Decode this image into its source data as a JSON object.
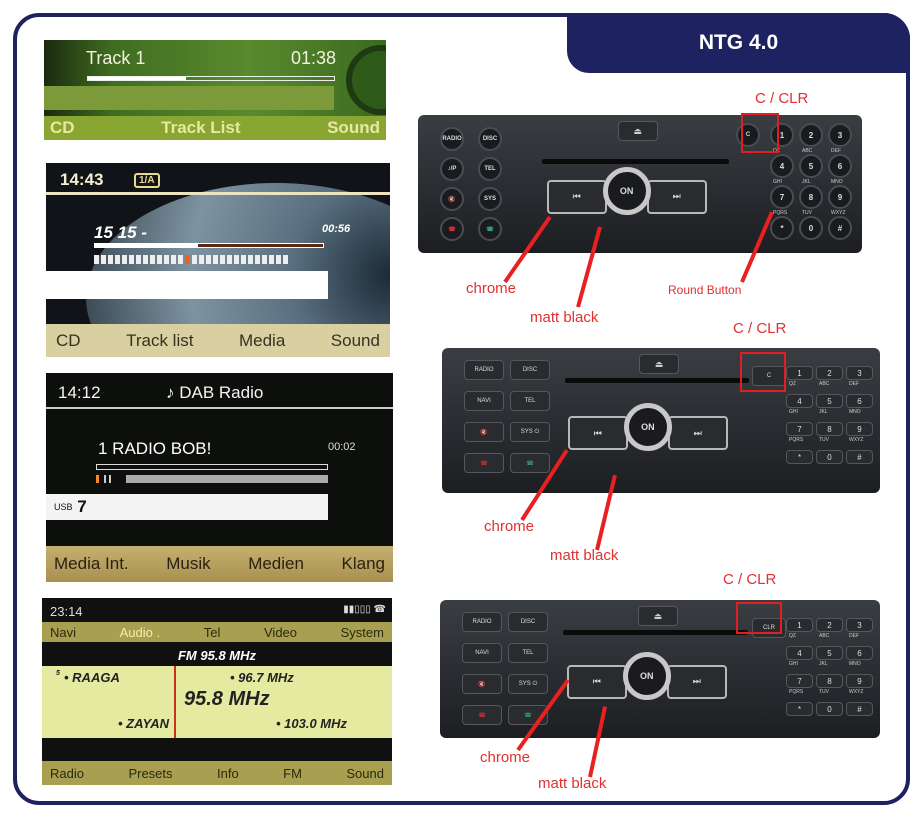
{
  "header": {
    "title": "NTG 4.0"
  },
  "screens": [
    {
      "title": "Track 1",
      "time": "01:38",
      "progress": 0.4,
      "menu": [
        "CD",
        "Track List",
        "Sound"
      ]
    },
    {
      "clock": "14:43",
      "badge": "1/A",
      "track": "15 15 -",
      "time": "00:56",
      "progress": 0.45,
      "menu": [
        "CD",
        "Track list",
        "Media",
        "Sound"
      ]
    },
    {
      "clock": "14:12",
      "source": "♪ DAB Radio",
      "station": "1 RADIO BOB!",
      "time": "00:02",
      "usb_label": "USB",
      "usb_value": "7",
      "menu": [
        "Media Int.",
        "Musik",
        "Medien",
        "Klang"
      ]
    },
    {
      "clock": "23:14",
      "signal": "▮▮▯▯▯ ☎",
      "nav": [
        "Navi",
        "Audio .",
        "Tel",
        "Video",
        "System"
      ],
      "band": "FM 95.8 MHz",
      "preset_num": "5",
      "rows": [
        {
          "left": "• RAAGA",
          "right": "• 96.7 MHz"
        },
        {
          "center": "95.8 MHz"
        },
        {
          "left": "• ZAYAN",
          "right": "• 103.0 MHz"
        }
      ],
      "menu": [
        "Radio",
        "Presets",
        "Info",
        "FM",
        "Sound"
      ]
    }
  ],
  "units": [
    {
      "left_buttons": [
        "RADIO",
        "DISC",
        "♪/P",
        "TEL",
        "🔇",
        "SYS",
        "☎",
        "☎"
      ],
      "clear_button": "C",
      "clear_label": "C / CLR",
      "center": "ON",
      "prev": "⏮",
      "next": "⏭",
      "keys": [
        "1",
        "2",
        "3",
        "4",
        "5",
        "6",
        "7",
        "8",
        "9",
        "*",
        "0",
        "#"
      ],
      "key_letters": [
        "QZ",
        "ABC",
        "DEF",
        "GHI",
        "JKL",
        "MNO",
        "PQRS",
        "TUV",
        "WXYZ"
      ],
      "labels": {
        "chrome": "chrome",
        "matt": "matt black",
        "round": "Round Button"
      }
    },
    {
      "left_buttons": [
        "RADIO",
        "DISC",
        "NAVI",
        "TEL",
        "🔇",
        "SYS ⏻",
        "☎",
        "☎"
      ],
      "clear_button": "C",
      "clear_label": "C / CLR",
      "center": "ON",
      "prev": "⏮",
      "next": "⏭",
      "keys": [
        "1",
        "2",
        "3",
        "4",
        "5",
        "6",
        "7",
        "8",
        "9",
        "*",
        "0",
        "#"
      ],
      "key_letters": [
        "QZ",
        "ABC",
        "DEF",
        "GHI",
        "JKL",
        "MNO",
        "PQRS",
        "TUV",
        "WXYZ"
      ],
      "labels": {
        "chrome": "chrome",
        "matt": "matt black"
      }
    },
    {
      "left_buttons": [
        "RADIO",
        "DISC",
        "NAVI",
        "TEL",
        "🔇",
        "SYS ⏻",
        "☎",
        "☎"
      ],
      "clear_button": "CLR",
      "clear_label": "C / CLR",
      "center": "ON",
      "prev": "⏮",
      "next": "⏭",
      "keys": [
        "1",
        "2",
        "3",
        "4",
        "5",
        "6",
        "7",
        "8",
        "9",
        "*",
        "0",
        "#"
      ],
      "key_letters": [
        "QZ",
        "ABC",
        "DEF",
        "GHI",
        "JKL",
        "MNO",
        "PQRS",
        "TUV",
        "WXYZ"
      ],
      "labels": {
        "chrome": "chrome",
        "matt": "matt black"
      }
    }
  ],
  "colors": {
    "frame": "#1e2260",
    "annotation": "#e02020"
  }
}
